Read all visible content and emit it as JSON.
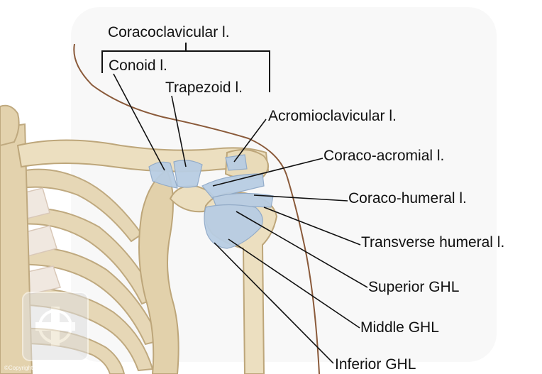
{
  "labels": {
    "coracoclavicular": "Coracoclavicular l.",
    "conoid": "Conoid l.",
    "trapezoid": "Trapezoid l.",
    "acromioclavicular": "Acromioclavicular l.",
    "coraco_acromial": "Coraco-acromial l.",
    "coraco_humeral": "Coraco-humeral l.",
    "transverse_humeral": "Transverse humeral l.",
    "superior_ghl": "Superior GHL",
    "middle_ghl": "Middle GHL",
    "inferior_ghl": "Inferior GHL"
  },
  "watermark": "©Copyright Shoulder Doc",
  "colors": {
    "bone": "#e9dcbd",
    "bone_shadow": "#c9b690",
    "ligament": "#b8cde3",
    "ligament_edge": "#8fa9c8",
    "skin_line": "#8a5a3a",
    "leader_line": "#111111"
  }
}
